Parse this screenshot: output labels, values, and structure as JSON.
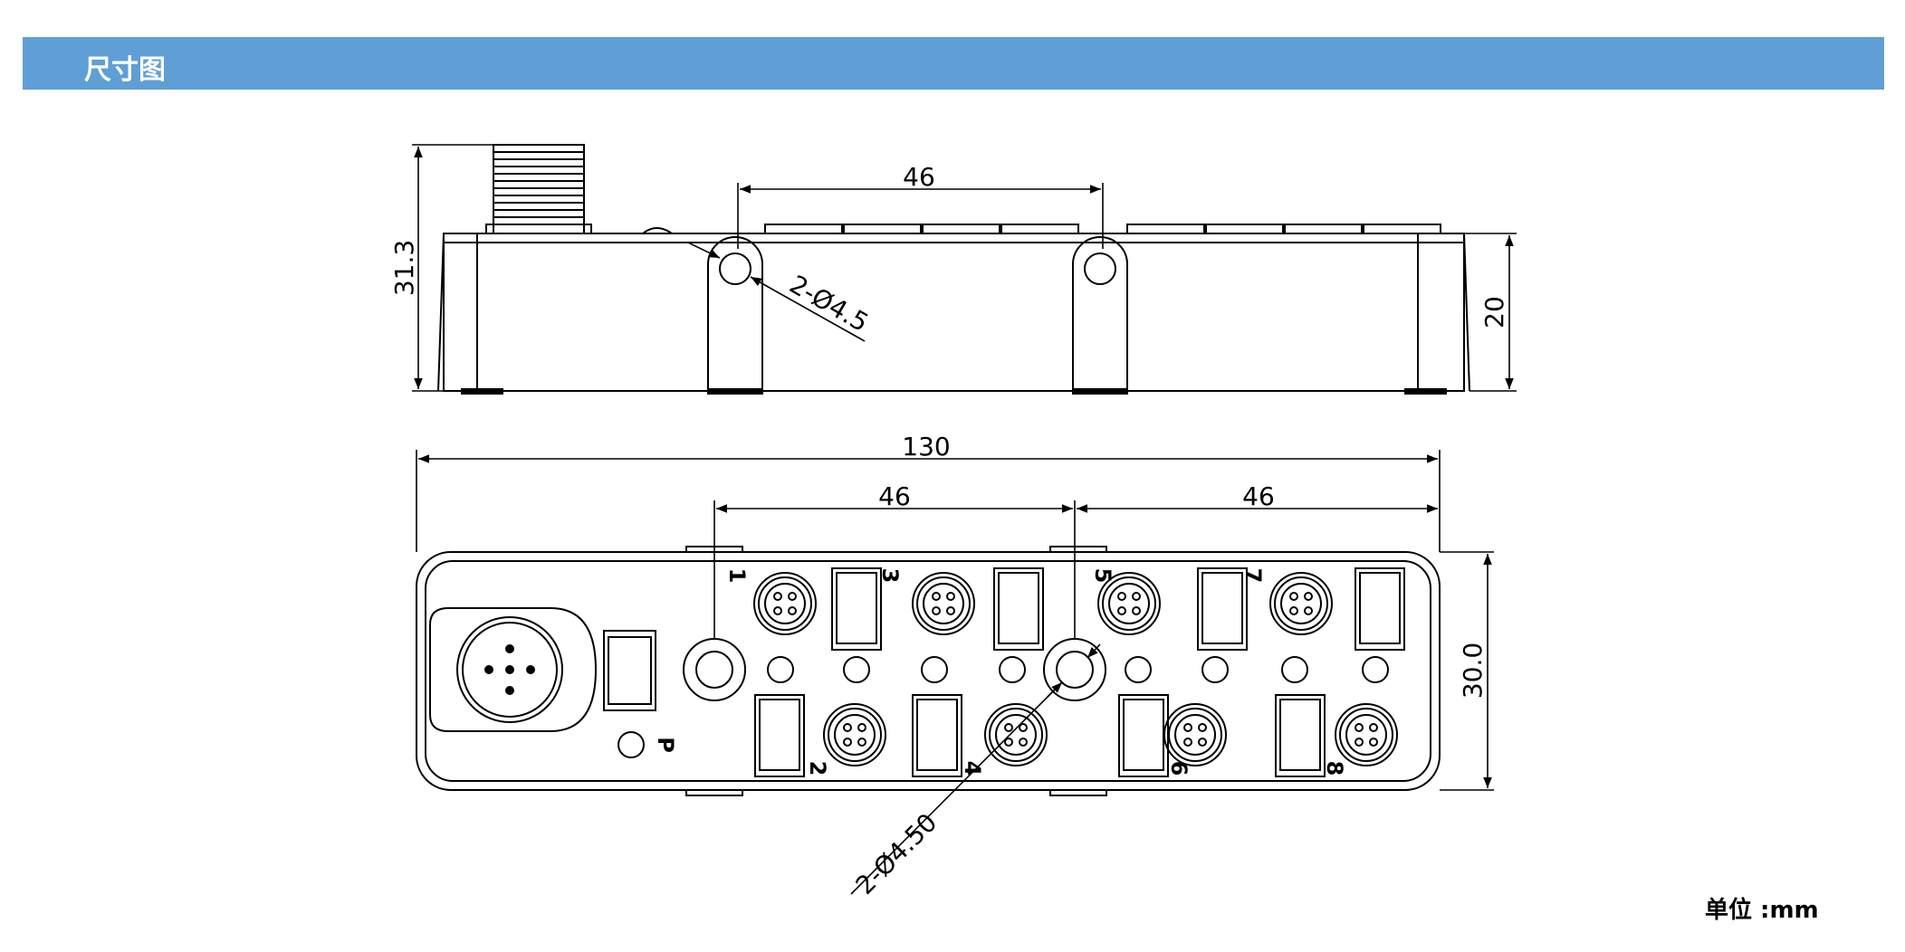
{
  "header": {
    "title": "尺寸图"
  },
  "dimensions": {
    "height_total": "31.3",
    "height_body": "20",
    "hole_spacing_side": "46",
    "hole_dia_side": "2-Ø4.5",
    "length": "130",
    "hole_spacing_left": "46",
    "hole_spacing_right": "46",
    "width": "30.0",
    "hole_dia_top": "2-Ø4.50"
  },
  "ports": {
    "labels": [
      "1",
      "2",
      "3",
      "4",
      "5",
      "6",
      "7",
      "8"
    ],
    "power_label": "P"
  },
  "unit": "单位 :mm",
  "colors": {
    "header_bar": "#5f9fd6",
    "line": "#000000"
  }
}
